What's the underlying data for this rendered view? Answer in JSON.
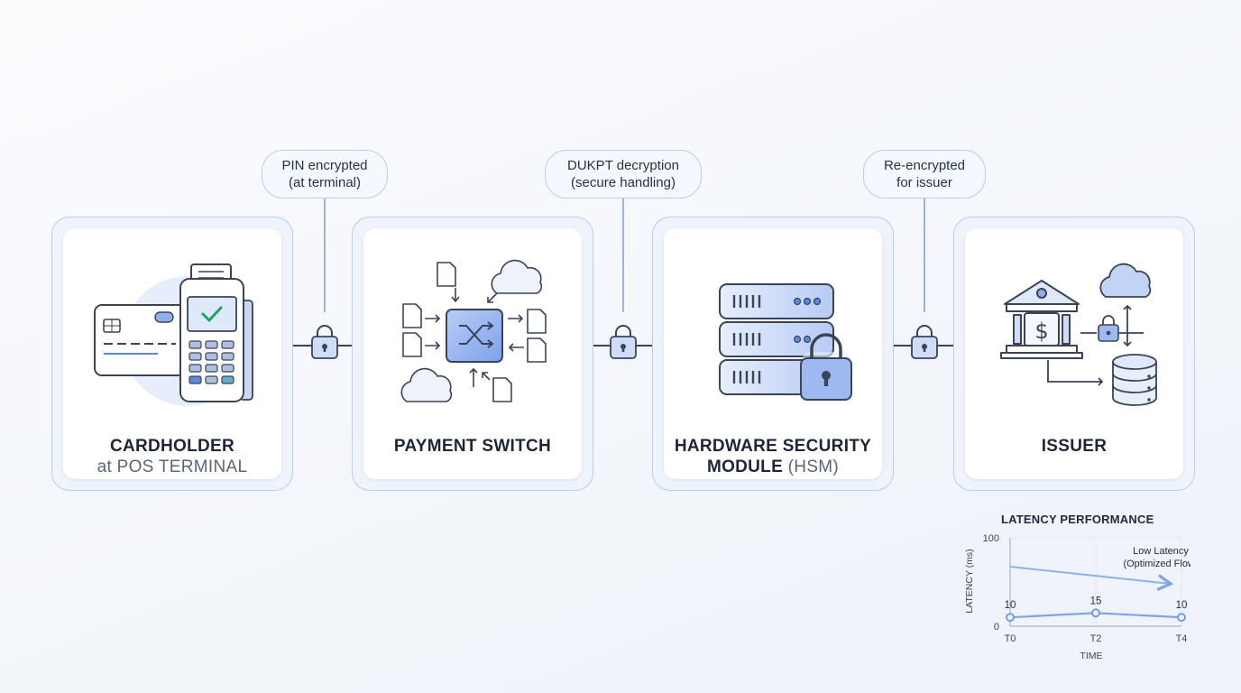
{
  "callouts": [
    {
      "line1": "PIN encrypted",
      "line2": "(at terminal)"
    },
    {
      "line1": "DUKPT decryption",
      "line2": "(secure handling)"
    },
    {
      "line1": "Re-encrypted",
      "line2": "for issuer"
    }
  ],
  "steps": [
    {
      "title": "CARDHOLDER",
      "subtitle": "at POS TERMINAL",
      "icon": "pos-terminal-icon"
    },
    {
      "title": "PAYMENT SWITCH",
      "subtitle": "",
      "icon": "switch-icon"
    },
    {
      "title_line1": "HARDWARE SECURITY",
      "title_line2": "MODULE",
      "subtitle": "(HSM)",
      "icon": "hsm-server-icon"
    },
    {
      "title": "ISSUER",
      "subtitle": "",
      "icon": "bank-icon"
    }
  ],
  "colors": {
    "accent": "#5b87e0",
    "border": "#b9cdee",
    "icon_stroke": "#3b4457",
    "check": "#22a06b"
  },
  "chart_data": {
    "type": "line",
    "title": "LATENCY PERFORMANCE",
    "xlabel": "TIME",
    "ylabel": "LATENCY (ms)",
    "y_ticks": [
      "0",
      "100"
    ],
    "x_ticks": [
      "T0",
      "T2",
      "T4"
    ],
    "ylim": [
      0,
      100
    ],
    "x": [
      0,
      2,
      4
    ],
    "series": [
      {
        "values": [
          10,
          15,
          10
        ]
      }
    ],
    "data_labels": [
      "10",
      "15",
      "10"
    ],
    "annotation": {
      "line1": "Low Latency",
      "line2": "(Optimized Flow)"
    },
    "grid": true
  }
}
